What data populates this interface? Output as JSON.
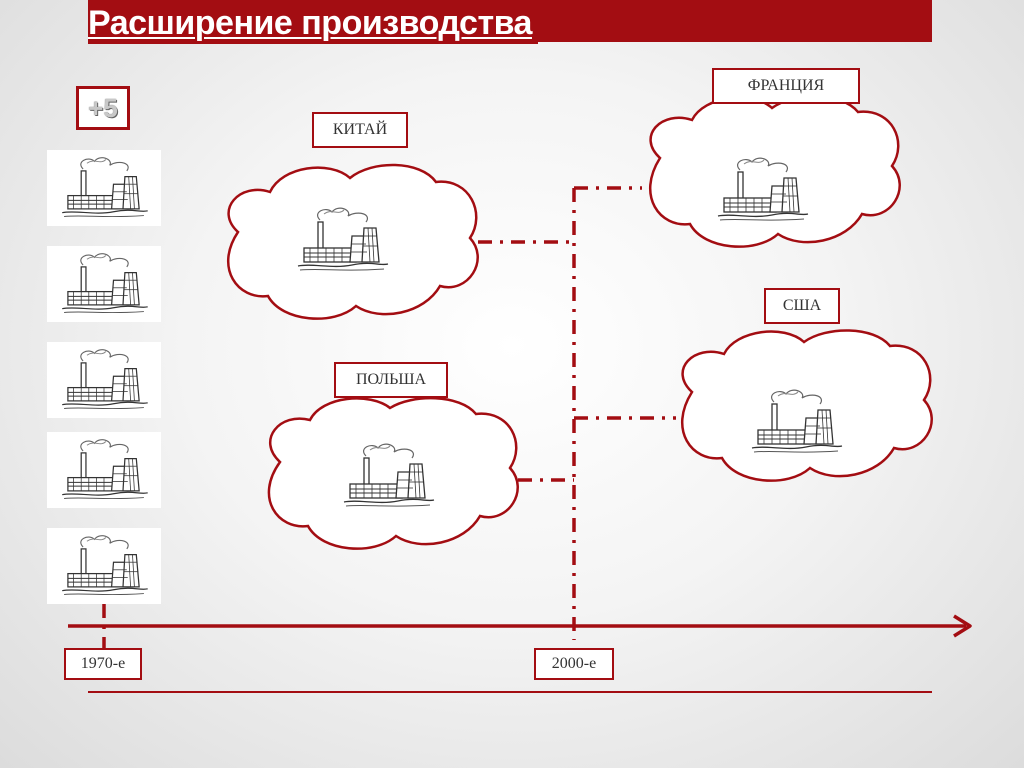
{
  "title": "Расширение производства",
  "badge": "+5",
  "countries": {
    "china": "КИТАЙ",
    "poland": "ПОЛЬША",
    "france": "ФРАНЦИЯ",
    "usa": "США"
  },
  "timeline": {
    "start": "1970-е",
    "end": "2000-е"
  },
  "colors": {
    "accent": "#a30d12",
    "text": "#333333"
  },
  "icons": {
    "factory": "factory-icon",
    "cloud": "cloud-shape"
  }
}
